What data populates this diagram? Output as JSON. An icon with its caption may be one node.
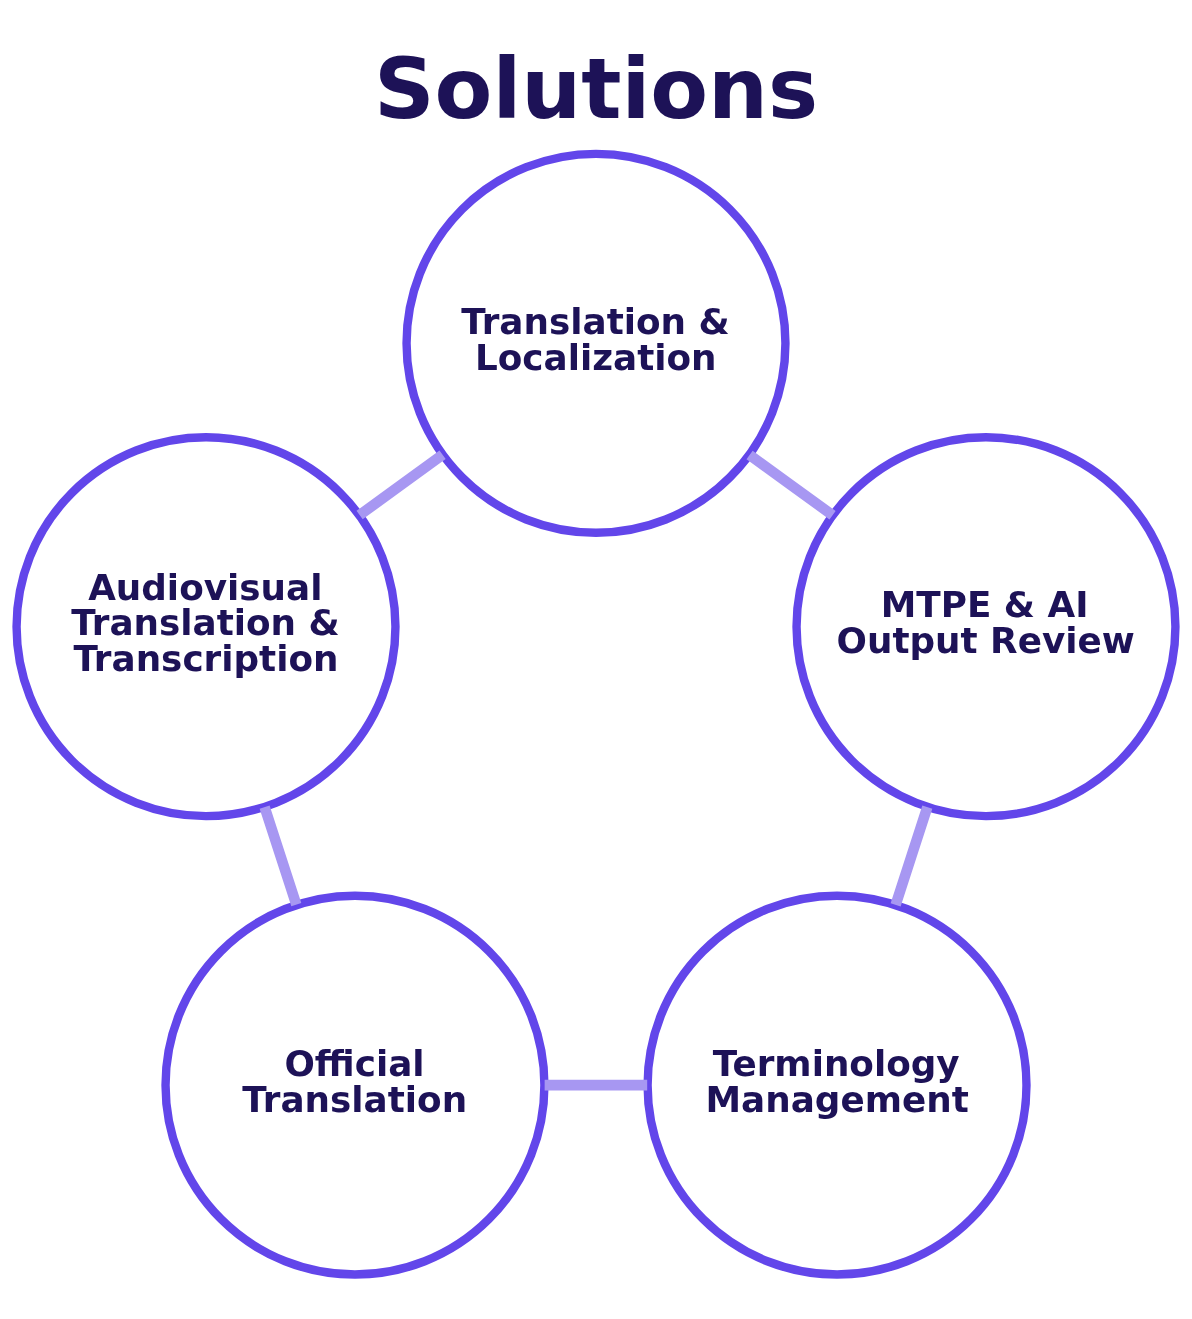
{
  "diagram": {
    "title": "Solutions",
    "nodes": [
      {
        "text": [
          "Translation & Localization"
        ]
      },
      {
        "text": [
          "Audiovisual Translation & Transcription"
        ]
      },
      {
        "text": [
          "MTPE & AI Output Review"
        ]
      },
      {
        "text": [
          "Official Translation"
        ]
      },
      {
        "text": [
          "Terminology Management"
        ]
      }
    ],
    "edges": [
      {
        "from": 0,
        "to": 2,
        "arrow": "none"
      },
      {
        "from": 2,
        "to": 4,
        "arrow": "none"
      },
      {
        "from": 4,
        "to": 3,
        "arrow": "none"
      },
      {
        "from": 3,
        "to": 1,
        "arrow": "none"
      },
      {
        "from": 1,
        "to": 0,
        "arrow": "none"
      }
    ]
  }
}
